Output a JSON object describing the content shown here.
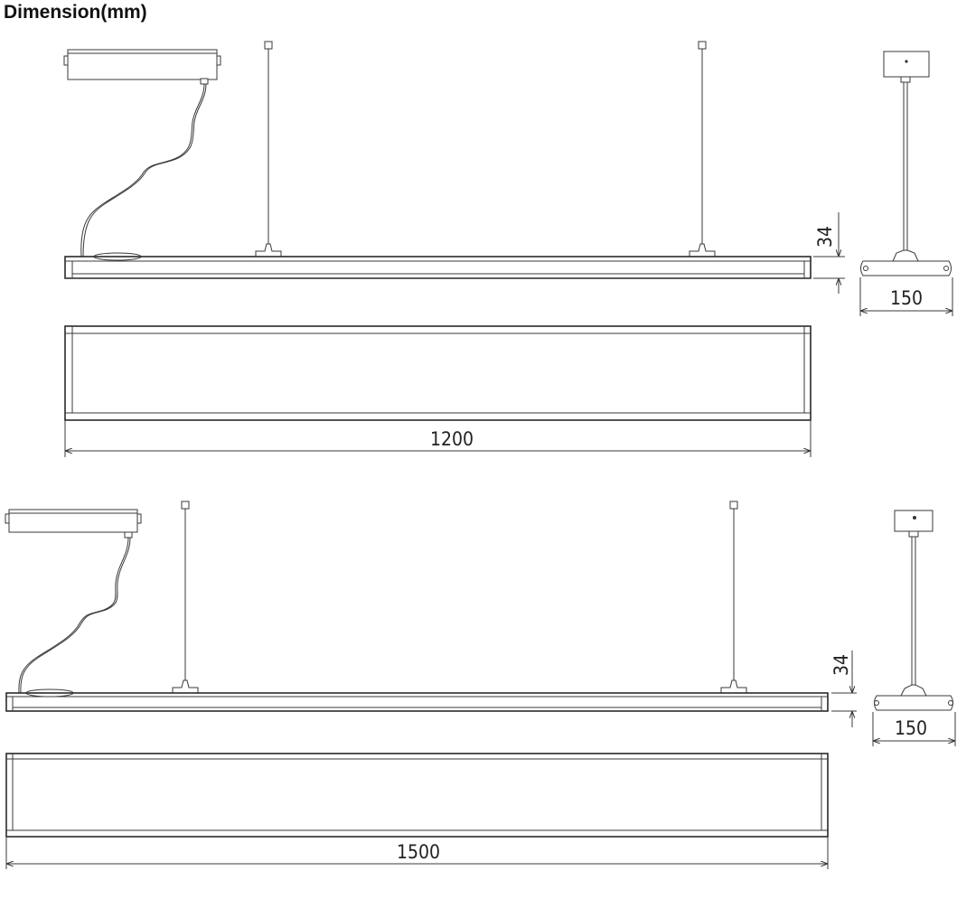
{
  "title": "Dimension(mm)",
  "variants": [
    {
      "length": "1200",
      "height": "34",
      "width": "150"
    },
    {
      "length": "1500",
      "height": "34",
      "width": "150"
    }
  ],
  "colors": {
    "line": "#3a3a3a",
    "background": "#ffffff"
  }
}
